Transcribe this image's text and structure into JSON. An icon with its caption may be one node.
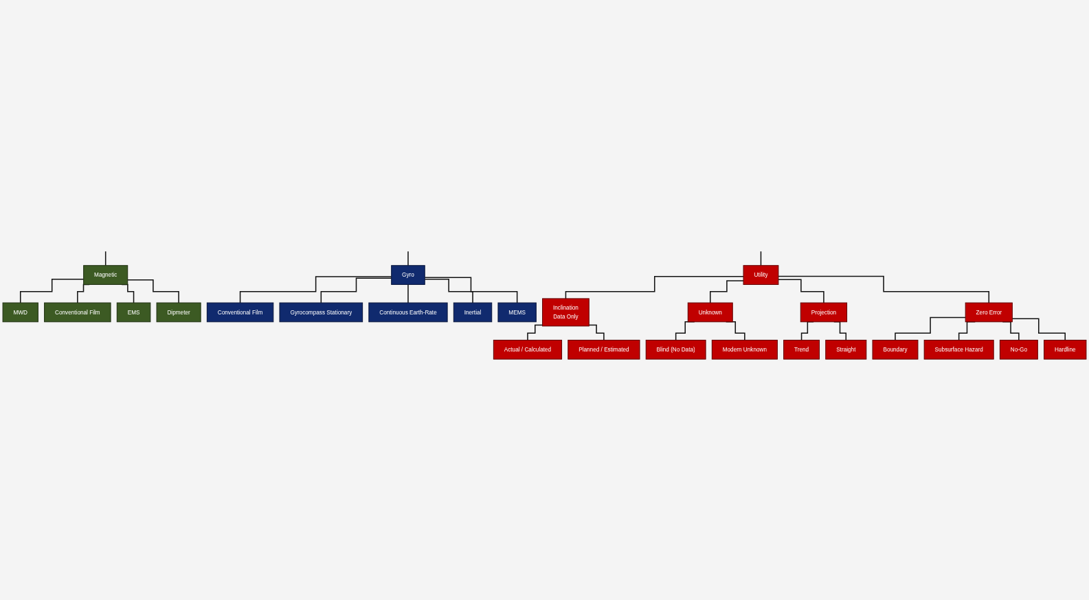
{
  "diagram": {
    "nodes": [
      {
        "text": [
          "Magnetic"
        ]
      },
      {
        "text": [
          "MWD"
        ]
      },
      {
        "text": [
          "Conventional Film"
        ]
      },
      {
        "text": [
          "EMS"
        ]
      },
      {
        "text": [
          "Dipmeter"
        ]
      },
      {
        "text": [
          "Gyro"
        ]
      },
      {
        "text": [
          "Conventional Film"
        ]
      },
      {
        "text": [
          "Gyrocompass Stationary"
        ]
      },
      {
        "text": [
          "Continuous Earth-Rate"
        ]
      },
      {
        "text": [
          "Inertial"
        ]
      },
      {
        "text": [
          "MEMS"
        ]
      },
      {
        "text": [
          "Utility"
        ]
      },
      {
        "text": [
          "Inclination",
          "Data Only"
        ]
      },
      {
        "text": [
          "Actual / Calculated"
        ]
      },
      {
        "text": [
          "Planned / Estimated"
        ]
      },
      {
        "text": [
          "Unknown"
        ]
      },
      {
        "text": [
          "Blind (No Data)"
        ]
      },
      {
        "text": [
          "Modern Unknown"
        ]
      },
      {
        "text": [
          "Projection"
        ]
      },
      {
        "text": [
          "Trend"
        ]
      },
      {
        "text": [
          "Straight"
        ]
      },
      {
        "text": [
          "Zero Error"
        ]
      },
      {
        "text": [
          "Boundary"
        ]
      },
      {
        "text": [
          "Subsurface Hazard"
        ]
      },
      {
        "text": [
          "No-Go"
        ]
      },
      {
        "text": [
          "Hardline"
        ]
      }
    ],
    "edges": [
      {
        "from": null,
        "to": 0,
        "arrow": "none"
      },
      {
        "from": null,
        "to": 5,
        "arrow": "none"
      },
      {
        "from": null,
        "to": 11,
        "arrow": "none"
      },
      {
        "from": 0,
        "to": 1,
        "arrow": "none"
      },
      {
        "from": 0,
        "to": 2,
        "arrow": "none"
      },
      {
        "from": 0,
        "to": 3,
        "arrow": "none"
      },
      {
        "from": 0,
        "to": 4,
        "arrow": "none"
      },
      {
        "from": 5,
        "to": 6,
        "arrow": "none"
      },
      {
        "from": 5,
        "to": 7,
        "arrow": "none"
      },
      {
        "from": 5,
        "to": 8,
        "arrow": "none"
      },
      {
        "from": 5,
        "to": 9,
        "arrow": "none"
      },
      {
        "from": 5,
        "to": 10,
        "arrow": "none"
      },
      {
        "from": 11,
        "to": 12,
        "arrow": "none"
      },
      {
        "from": 11,
        "to": 15,
        "arrow": "none"
      },
      {
        "from": 11,
        "to": 18,
        "arrow": "none"
      },
      {
        "from": 11,
        "to": 21,
        "arrow": "none"
      },
      {
        "from": 12,
        "to": 13,
        "arrow": "none"
      },
      {
        "from": 12,
        "to": 14,
        "arrow": "none"
      },
      {
        "from": 15,
        "to": 16,
        "arrow": "none"
      },
      {
        "from": 15,
        "to": 17,
        "arrow": "none"
      },
      {
        "from": 18,
        "to": 19,
        "arrow": "none"
      },
      {
        "from": 18,
        "to": 20,
        "arrow": "none"
      },
      {
        "from": 21,
        "to": 22,
        "arrow": "none"
      },
      {
        "from": 21,
        "to": 23,
        "arrow": "none"
      },
      {
        "from": 21,
        "to": 24,
        "arrow": "none"
      },
      {
        "from": 21,
        "to": 25,
        "arrow": "none"
      }
    ]
  }
}
